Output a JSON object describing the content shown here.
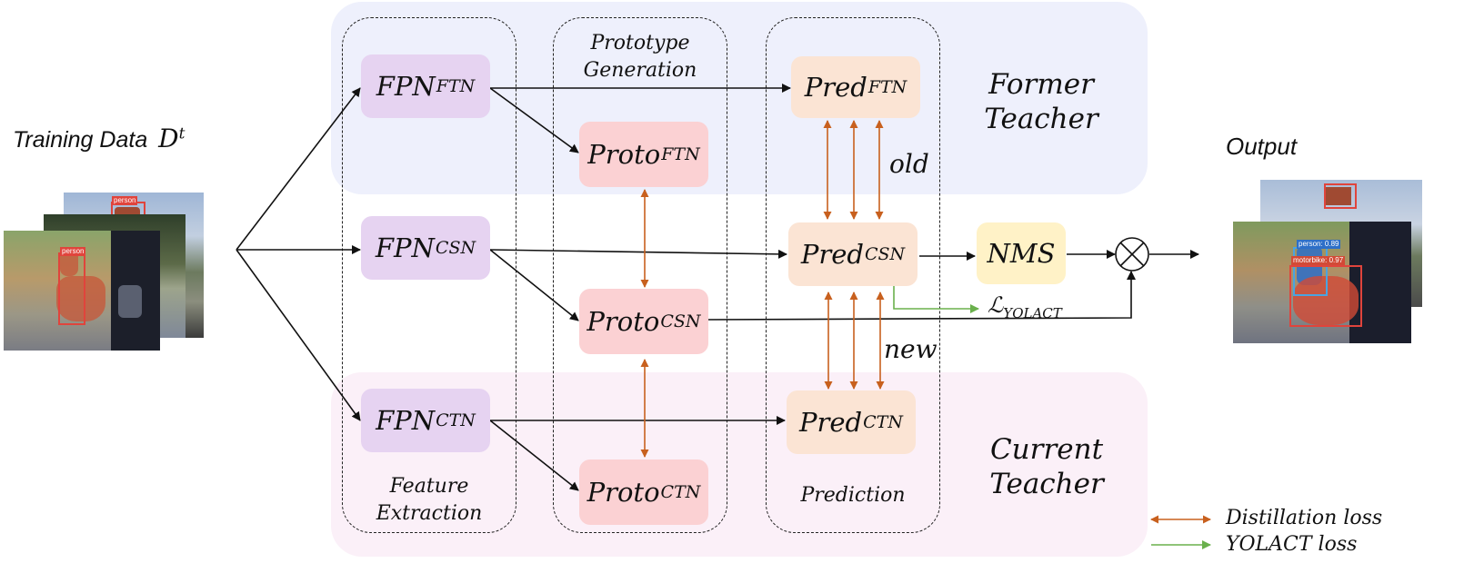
{
  "input": {
    "title": "Training Data",
    "symbol": "D",
    "superscript": "t"
  },
  "output": {
    "title": "Output"
  },
  "teachers": {
    "former": [
      "Former",
      "Teacher"
    ],
    "current": [
      "Current",
      "Teacher"
    ]
  },
  "groups": {
    "feature": [
      "Feature",
      "Extraction"
    ],
    "prototype": [
      "Prototype",
      "Generation"
    ],
    "prediction": [
      "Prediction"
    ]
  },
  "nodes": {
    "fpn_ftn": {
      "base": "FPN",
      "sub": "FTN"
    },
    "fpn_csn": {
      "base": "FPN",
      "sub": "CSN"
    },
    "fpn_ctn": {
      "base": "FPN",
      "sub": "CTN"
    },
    "proto_ftn": {
      "base": "Proto",
      "sub": "FTN"
    },
    "proto_csn": {
      "base": "Proto",
      "sub": "CSN"
    },
    "proto_ctn": {
      "base": "Proto",
      "sub": "CTN"
    },
    "pred_ftn": {
      "base": "Pred",
      "sub": "FTN"
    },
    "pred_csn": {
      "base": "Pred",
      "sub": "CSN"
    },
    "pred_ctn": {
      "base": "Pred",
      "sub": "CTN"
    },
    "nms": {
      "base": "NMS"
    }
  },
  "edge_labels": {
    "old": "old",
    "new": "new",
    "loss_symbol": "ℒ",
    "loss_sub": "YOLACT"
  },
  "detections": {
    "input_label": "person",
    "output_labels": [
      "person: 0.89",
      "motorbike: 0.97"
    ],
    "back_label": "person"
  },
  "legend": {
    "distillation": "Distillation loss",
    "yolact": "YOLACT loss"
  },
  "colors": {
    "former_panel": "#eef0fc",
    "current_panel": "#fbf0f8",
    "fpn": "#e6d3f1",
    "proto": "#fbd1d3",
    "pred": "#fbe4d4",
    "nms": "#fff2c7",
    "distillation_arrow": "#c8601e",
    "yolact_arrow": "#6ab04c"
  }
}
